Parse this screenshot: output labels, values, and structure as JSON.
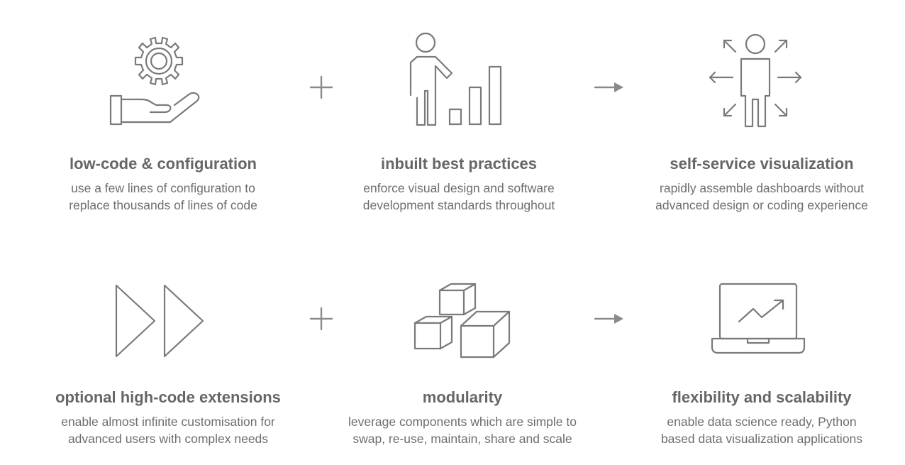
{
  "features": [
    {
      "icon": "gear-hand-icon",
      "title": "low-code & configuration",
      "desc": [
        "use a few lines of configuration to",
        "replace thousands of lines of code"
      ]
    },
    {
      "icon": "person-chart-icon",
      "title": "inbuilt best practices",
      "desc": [
        "enforce visual design and software",
        "development standards throughout"
      ]
    },
    {
      "icon": "person-expand-icon",
      "title": "self-service visualization",
      "desc": [
        "rapidly assemble dashboards without",
        "advanced design or coding experience"
      ]
    },
    {
      "icon": "fast-forward-icon",
      "title": "optional high-code extensions",
      "desc": [
        "enable almost infinite customisation for",
        "advanced users with complex needs"
      ]
    },
    {
      "icon": "cubes-icon",
      "title": "modularity",
      "desc": [
        "leverage components which are simple to",
        "swap, re-use, maintain, share and scale"
      ]
    },
    {
      "icon": "laptop-trend-icon",
      "title": "flexibility and scalability",
      "desc": [
        "enable data science ready, Python",
        "based data visualization applications"
      ]
    }
  ],
  "operators": [
    "plus-icon",
    "arrow-right-icon"
  ],
  "colors": {
    "icon_stroke": "#7a7a7a",
    "title": "#666666",
    "text": "#6e6e6e",
    "background": "#ffffff"
  }
}
